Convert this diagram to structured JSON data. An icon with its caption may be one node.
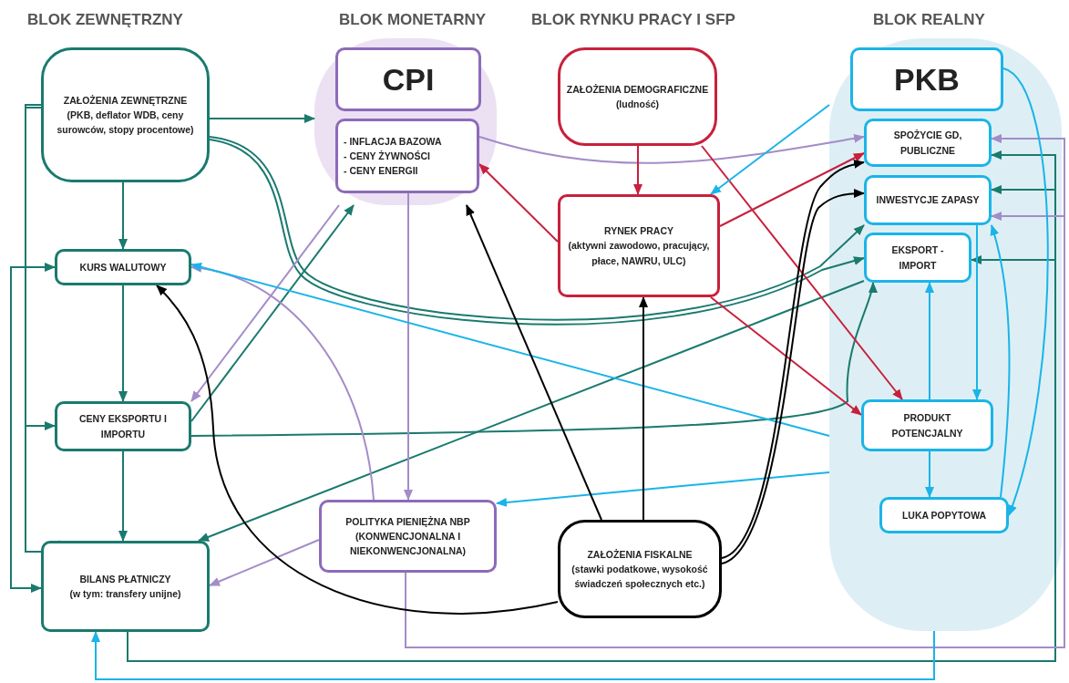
{
  "diagram": {
    "nodes": [
      {
        "text": [
          "ZAŁOŻENIA ZEWNĘTRZNE",
          "(PKB, deflator WDB, ceny surowców, stopy procentowe)"
        ]
      },
      {
        "text": [
          "BLOK MONETARNY"
        ]
      },
      {
        "text": [
          "CPI"
        ],
        "in": 1
      },
      {
        "text": [
          "- INFLACJA BAZOWA",
          "- CENY ŻYWNOŚCI",
          "- CENY ENERGII"
        ],
        "in": 1
      },
      {
        "text": [
          "ZAŁOŻENIA DEMOGRAFICZNE",
          "(ludność)"
        ]
      },
      {
        "text": [
          "BLOK REALNY"
        ]
      },
      {
        "text": [
          "PKB"
        ],
        "in": 5
      },
      {
        "text": [
          "SPOŻYCIE GD, PUBLICZNE"
        ],
        "in": 5
      },
      {
        "text": [
          "INWESTYCJE ZAPASY"
        ],
        "in": 5
      },
      {
        "text": [
          "EKSPORT - IMPORT"
        ],
        "in": 5
      },
      {
        "text": [
          "KURS WALUTOWY"
        ]
      },
      {
        "text": [
          "RYNEK PRACY",
          "(aktywni zawodowo, pracujący, płace, NAWRU, ULC)"
        ]
      },
      {
        "text": [
          "CENY EKSPORTU I IMPORTU"
        ]
      },
      {
        "text": [
          "PRODUKT POTENCJALNY"
        ],
        "in": 5
      },
      {
        "text": [
          "POLITYKA PIENIĘŻNA NBP",
          "(KONWENCJONALNA I NIEKONWENCJONALNA)"
        ]
      },
      {
        "text": [
          "LUKA POPYTOWA"
        ],
        "in": 5
      },
      {
        "text": [
          "BILANS PŁATNICZY",
          "(w tym: transfery unijne)"
        ]
      },
      {
        "text": [
          "ZAŁOŻENIA FISKALNE",
          "(stawki podatkowe, wysokość świadczeń społecznych etc.)"
        ]
      }
    ],
    "edges": [
      {
        "from": 0,
        "to": 1,
        "arrow": "to"
      },
      {
        "from": 0,
        "to": 10,
        "arrow": "to"
      },
      {
        "from": 0,
        "to": 12,
        "arrow": "to"
      },
      {
        "from": 0,
        "to": 16,
        "arrow": "to"
      },
      {
        "from": 0,
        "to": 8,
        "arrow": "to"
      },
      {
        "from": 0,
        "to": 9,
        "arrow": "to"
      },
      {
        "from": 10,
        "to": 12,
        "arrow": "to"
      },
      {
        "from": 10,
        "to": 16,
        "arrow": "both"
      },
      {
        "from": 12,
        "to": 16,
        "arrow": "to"
      },
      {
        "from": 12,
        "to": 1,
        "arrow": "to"
      },
      {
        "from": 12,
        "to": 9,
        "arrow": "to"
      },
      {
        "from": 9,
        "to": 16,
        "arrow": "to"
      },
      {
        "from": 16,
        "to": 7,
        "arrow": "to"
      },
      {
        "from": 16,
        "to": 8,
        "arrow": "to"
      },
      {
        "from": 16,
        "to": 9,
        "arrow": "to"
      },
      {
        "from": 3,
        "to": 7,
        "arrow": "to",
        "color": "#a48cc8"
      },
      {
        "from": 3,
        "to": 14,
        "arrow": "to",
        "color": "#a48cc8"
      },
      {
        "from": 1,
        "to": 12,
        "arrow": "to",
        "color": "#a48cc8"
      },
      {
        "from": 14,
        "to": 10,
        "arrow": "to",
        "color": "#a48cc8"
      },
      {
        "from": 14,
        "to": 16,
        "arrow": "to",
        "color": "#a48cc8"
      },
      {
        "from": 14,
        "to": 7,
        "arrow": "to",
        "color": "#a48cc8"
      },
      {
        "from": 14,
        "to": 8,
        "arrow": "to",
        "color": "#a48cc8"
      },
      {
        "from": 4,
        "to": 11,
        "arrow": "to",
        "color": "#c8203c"
      },
      {
        "from": 4,
        "to": 13,
        "arrow": "to",
        "color": "#c8203c"
      },
      {
        "from": 11,
        "to": 3,
        "arrow": "to",
        "color": "#c8203c"
      },
      {
        "from": 11,
        "to": 7,
        "arrow": "to",
        "color": "#c8203c"
      },
      {
        "from": 11,
        "to": 13,
        "arrow": "to",
        "color": "#c8203c"
      },
      {
        "from": 5,
        "to": 11,
        "arrow": "to",
        "color": "#1ab4e8"
      },
      {
        "from": 5,
        "to": 10,
        "arrow": "to",
        "color": "#1ab4e8"
      },
      {
        "from": 5,
        "to": 14,
        "arrow": "to",
        "color": "#1ab4e8"
      },
      {
        "from": 5,
        "to": 16,
        "arrow": "to",
        "color": "#1ab4e8"
      },
      {
        "from": 6,
        "to": 15,
        "arrow": "to",
        "color": "#1ab4e8"
      },
      {
        "from": 13,
        "to": 15,
        "arrow": "to",
        "color": "#1ab4e8"
      },
      {
        "from": 13,
        "to": 9,
        "arrow": "to",
        "color": "#1ab4e8"
      },
      {
        "from": 8,
        "to": 13,
        "arrow": "to",
        "color": "#1ab4e8"
      },
      {
        "from": 15,
        "to": 8,
        "arrow": "to",
        "color": "#1ab4e8"
      },
      {
        "from": 17,
        "to": 1,
        "arrow": "to",
        "color": "#000000"
      },
      {
        "from": 17,
        "to": 11,
        "arrow": "to",
        "color": "#000000"
      },
      {
        "from": 17,
        "to": 7,
        "arrow": "to",
        "color": "#000000"
      },
      {
        "from": 17,
        "to": 8,
        "arrow": "to",
        "color": "#000000"
      },
      {
        "from": 17,
        "to": 10,
        "arrow": "to",
        "color": "#000000"
      }
    ],
    "labels": [
      "BLOK ZEWNĘTRZNY",
      "BLOK RYNKU PRACY I SFP"
    ]
  }
}
